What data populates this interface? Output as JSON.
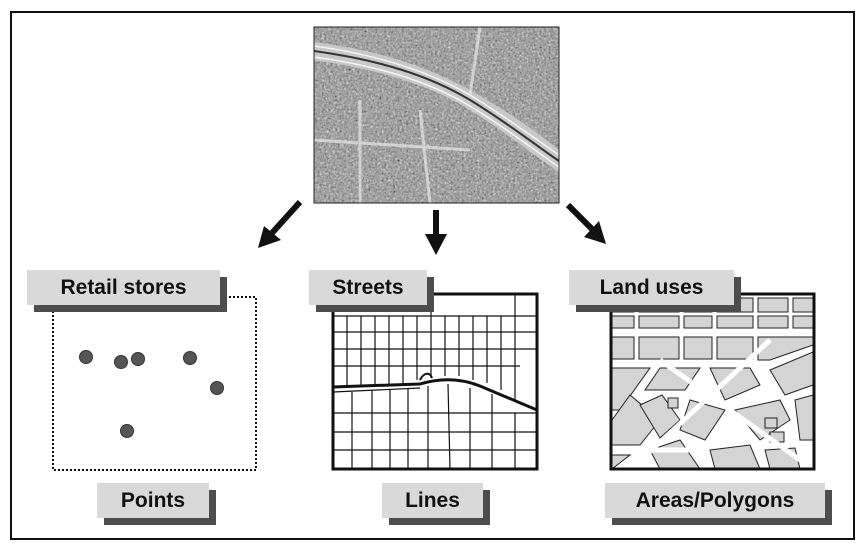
{
  "sources": {
    "aerial_photo": "aerial photograph"
  },
  "features": [
    {
      "name": "Retail stores",
      "geometry": "Points"
    },
    {
      "name": "Streets",
      "geometry": "Lines"
    },
    {
      "name": "Land uses",
      "geometry": "Areas/Polygons"
    }
  ],
  "colors": {
    "label_fill": "#d9d9d9",
    "label_shadow": "#4d4d4d",
    "point_fill": "#555555",
    "polygon_fill": "#d4d4d4",
    "line_color": "#111111"
  }
}
